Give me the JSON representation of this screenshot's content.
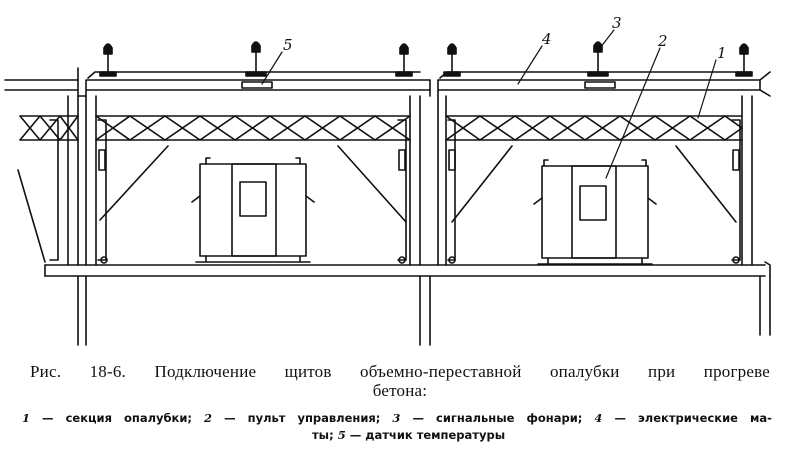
{
  "figure": {
    "callouts": [
      {
        "id": "1",
        "label": "1"
      },
      {
        "id": "2",
        "label": "2"
      },
      {
        "id": "3",
        "label": "3"
      },
      {
        "id": "4",
        "label": "4"
      },
      {
        "id": "5",
        "label": "5"
      }
    ]
  },
  "caption": {
    "title_line": "Рис. 18-6. Подключение щитов объемно-переставной опалубки при прогреве",
    "title_cont": "бетона:"
  },
  "legend": {
    "item1_num": "1",
    "item1_text": "— секция опалубки;",
    "item2_num": "2",
    "item2_text": "— пульт управления;",
    "item3_num": "3",
    "item3_text": "— сигнальные фонари;",
    "item4_num": "4",
    "item4_text": "— электрические ма-",
    "item4_cont": "ты;",
    "item5_num": "5",
    "item5_text": "— датчик температуры"
  }
}
